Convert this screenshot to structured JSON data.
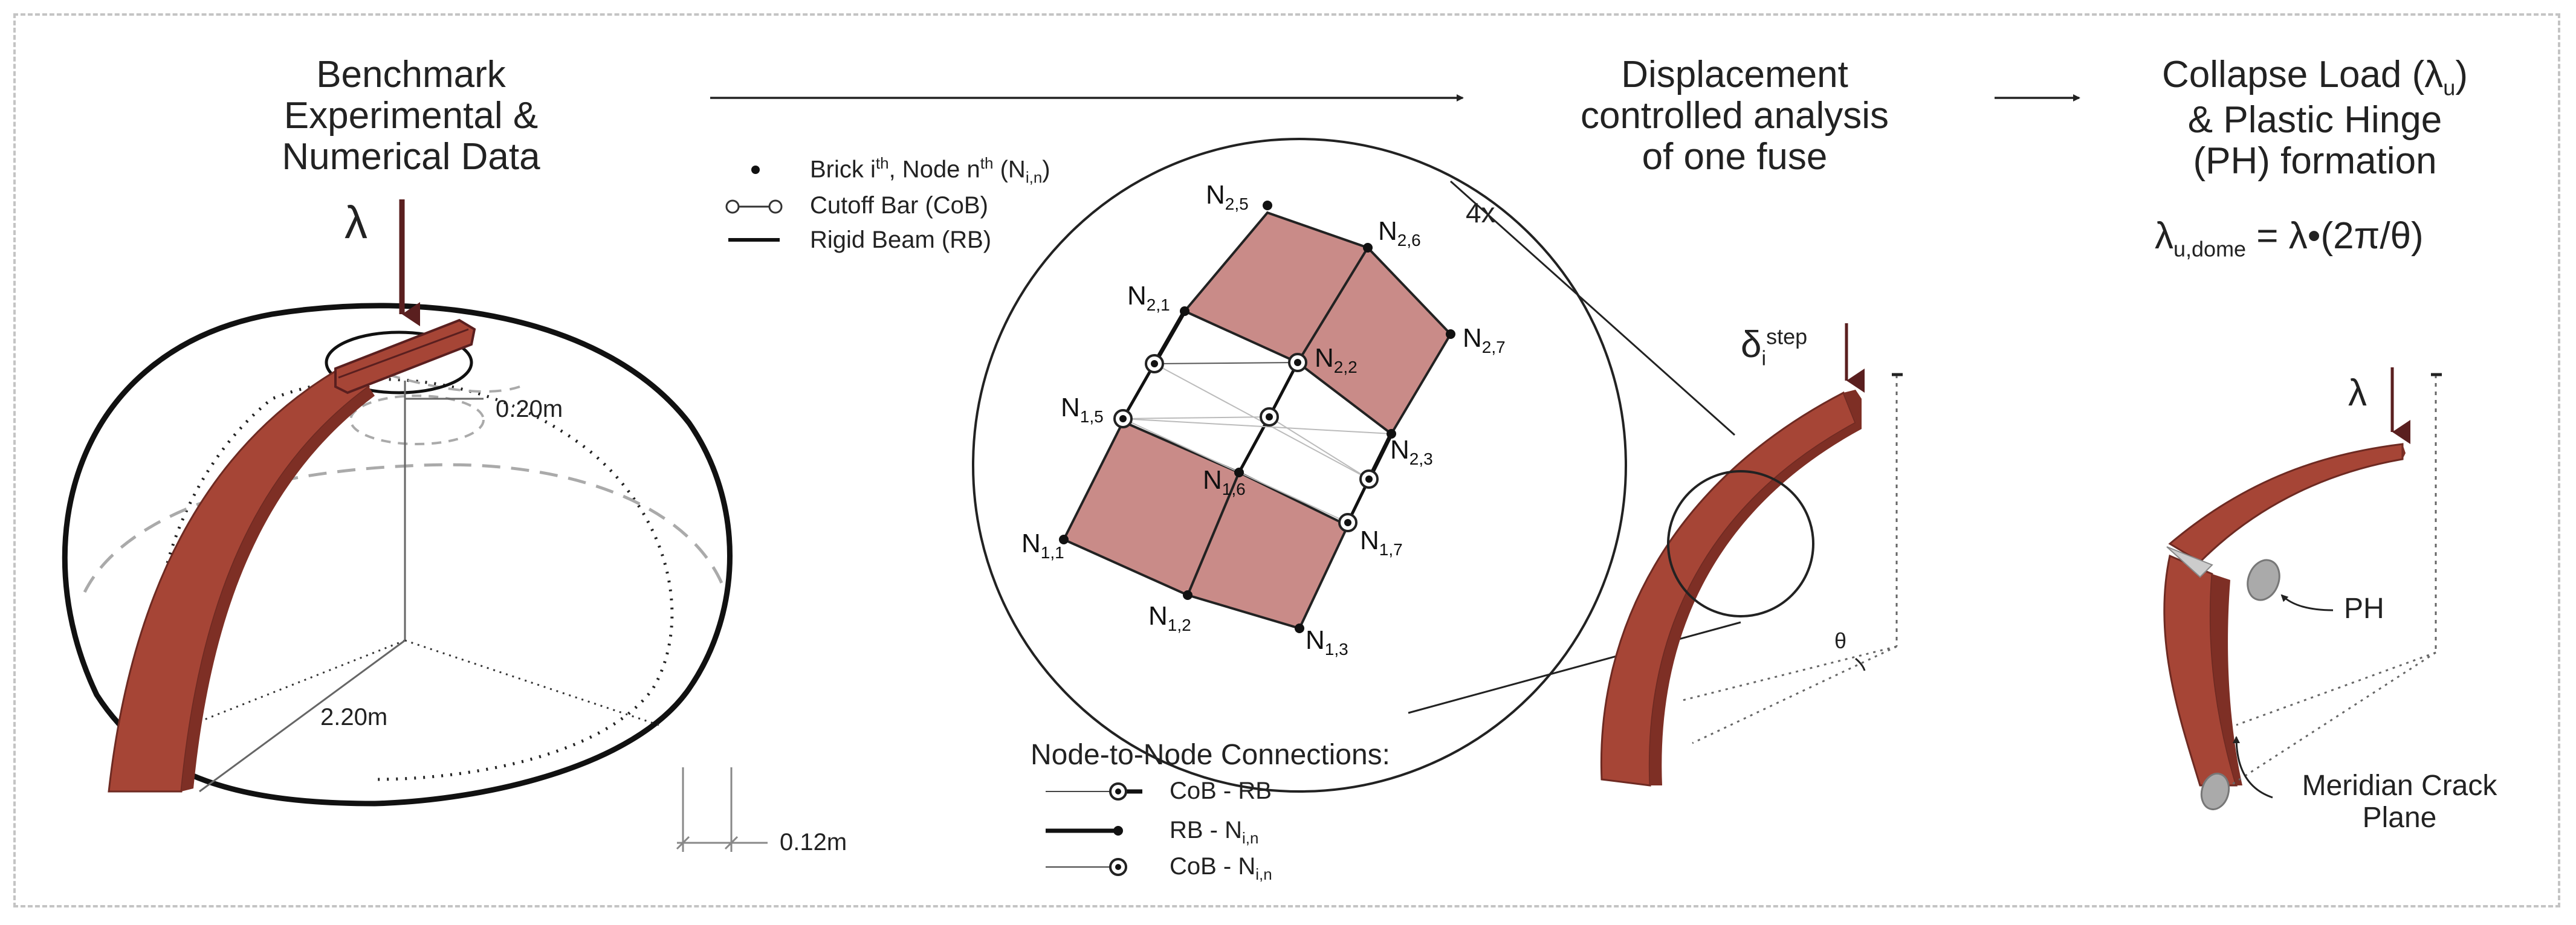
{
  "panels": {
    "benchmark": {
      "title_lines": [
        "Benchmark",
        "Experimental &",
        "Numerical Data"
      ],
      "load_symbol": "λ",
      "dim_top": "0.20m",
      "dim_radius": "2.20m",
      "dim_thickness": "0.12m"
    },
    "analysis": {
      "title_lines": [
        "Displacement",
        "controlled analysis",
        "of one fuse"
      ],
      "disp_symbol": "δ",
      "disp_sub": "i",
      "disp_sup": "step",
      "angle_symbol": "θ"
    },
    "collapse": {
      "title_lines": [
        "Collapse Load (λ",
        ")",
        "& Plastic Hinge",
        "(PH) formation"
      ],
      "title_sub": "u",
      "formula_main": "λ",
      "formula_sub": "u,dome",
      "formula_rest": " = λ•(2π/θ)",
      "load_symbol": "λ",
      "ph_label": "PH",
      "crack_label_lines": [
        "Meridian Crack",
        "Plane"
      ]
    }
  },
  "legend": {
    "brick_node": "Brick i",
    "brick_node_sup": "th",
    "brick_node_mid": ", Node n",
    "brick_node_sup2": "th",
    "brick_node_end": " (N",
    "brick_node_sub": "i,n",
    "brick_node_close": ")",
    "cutoff_bar": "Cutoff Bar (CoB)",
    "rigid_beam": "Rigid Beam (RB)",
    "magnify": "4x"
  },
  "connections": {
    "title": "Node-to-Node Connections:",
    "items": [
      {
        "label": "CoB - RB",
        "sub": ""
      },
      {
        "label": "RB - N",
        "sub": "i,n"
      },
      {
        "label": "CoB - N",
        "sub": "i,n"
      }
    ]
  },
  "nodes": [
    {
      "id": "N",
      "sub": "2,5"
    },
    {
      "id": "N",
      "sub": "2,6"
    },
    {
      "id": "N",
      "sub": "2,1"
    },
    {
      "id": "N",
      "sub": "2,2"
    },
    {
      "id": "N",
      "sub": "2,7"
    },
    {
      "id": "N",
      "sub": "1,5"
    },
    {
      "id": "N",
      "sub": "2,3"
    },
    {
      "id": "N",
      "sub": "1,6"
    },
    {
      "id": "N",
      "sub": "1,7"
    },
    {
      "id": "N",
      "sub": "1,1"
    },
    {
      "id": "N",
      "sub": "1,2"
    },
    {
      "id": "N",
      "sub": "1,3"
    }
  ],
  "colors": {
    "brick": "#a64536",
    "brick_dark": "#7e2f25",
    "brick_light": "#c98b88",
    "load_arrow": "#5a1f1f",
    "frame": "#c4c4c4"
  }
}
